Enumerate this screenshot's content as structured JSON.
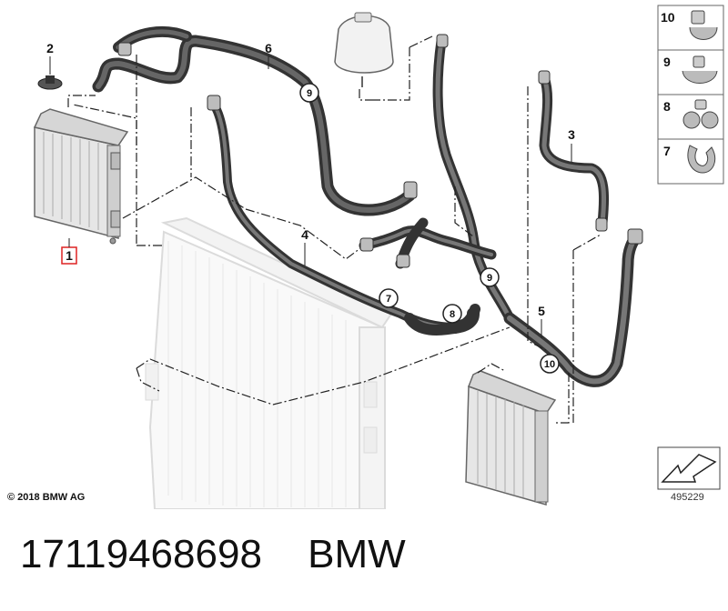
{
  "diagram": {
    "callouts": {
      "c1": "1",
      "c2": "2",
      "c3": "3",
      "c4": "4",
      "c5": "5",
      "c6": "6"
    },
    "circled": {
      "c9a": "9",
      "c9b": "9",
      "c7": "7",
      "c8": "8",
      "c10": "10"
    },
    "legend": [
      {
        "label": "10"
      },
      {
        "label": "9"
      },
      {
        "label": "8"
      },
      {
        "label": "7"
      }
    ],
    "highlighted_part": "1"
  },
  "copyright": "© 2018 BMW AG",
  "diagram_number": "495229",
  "footer": {
    "part_number": "17119468698",
    "brand": "BMW"
  }
}
